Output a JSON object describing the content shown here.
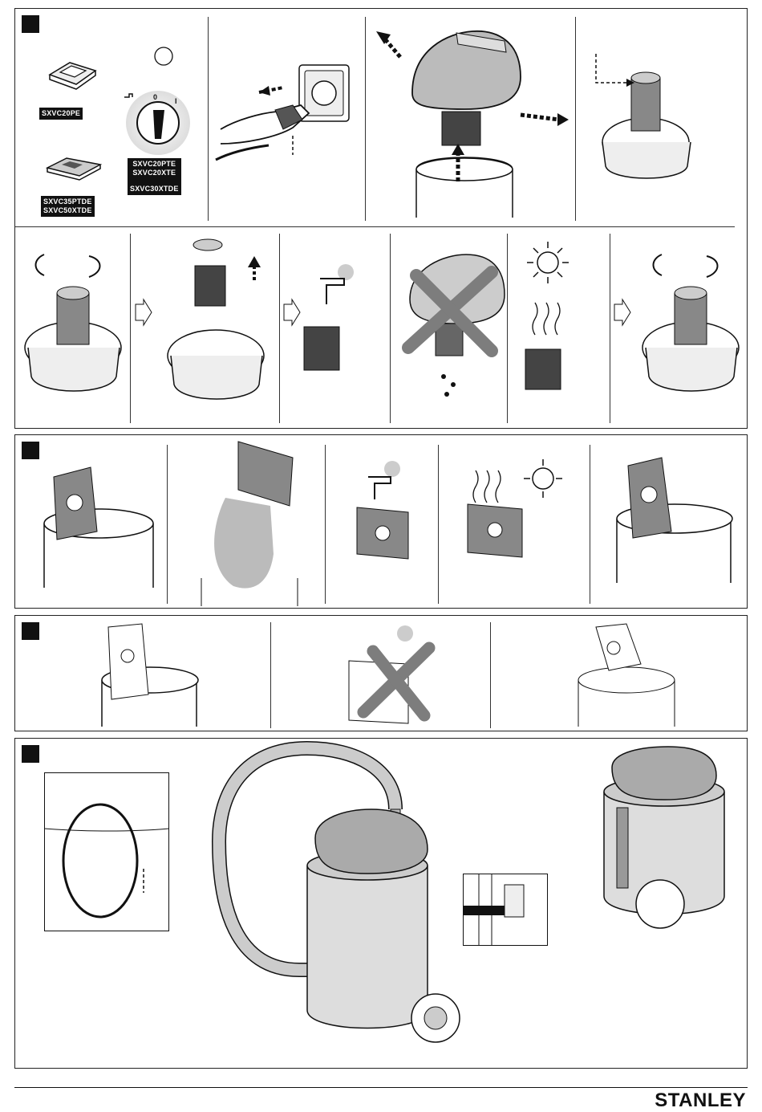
{
  "panel_a": {
    "labels": {
      "switch_1": "SXVC20PE",
      "switch_2_line1": "SXVC35PTDE",
      "switch_2_line2": "SXVC50XTDE",
      "knob_line1": "SXVC20PTE",
      "knob_line2": "SXVC20XTE",
      "knob_line3": "SXVC30XTDE",
      "knob_pos_0": "0",
      "knob_pos_1": "I"
    }
  },
  "footer": {
    "brand": "STANLEY"
  },
  "colors": {
    "ink": "#111111",
    "mid_grey": "#8a8a8a",
    "light_grey": "#d5d5d5",
    "cross_grey": "#7d7d7d"
  }
}
